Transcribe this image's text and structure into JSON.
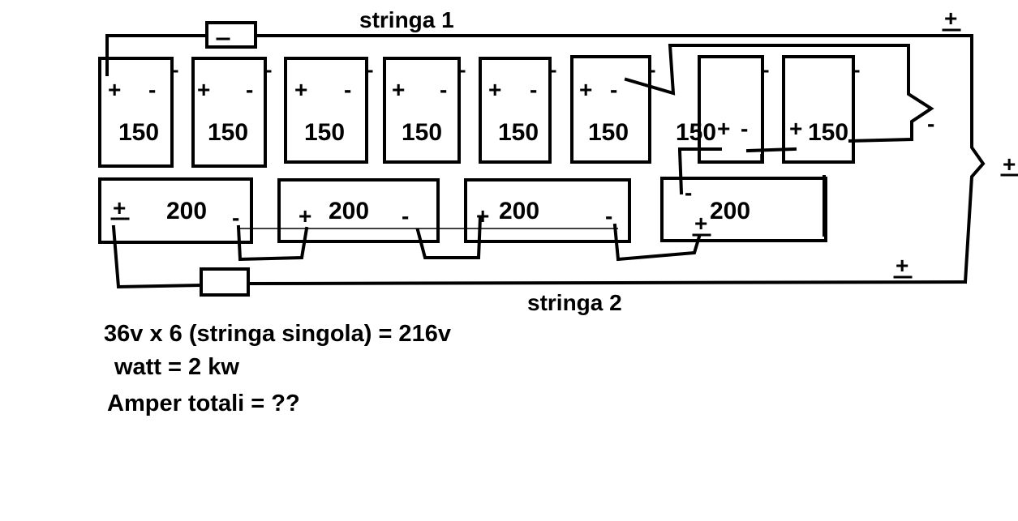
{
  "strings": {
    "string1_label": "stringa 1",
    "string2_label": "stringa 2"
  },
  "panels_row1": [
    {
      "value": "150",
      "plus": "+",
      "minus": "-"
    },
    {
      "value": "150",
      "plus": "+",
      "minus": "-"
    },
    {
      "value": "150",
      "plus": "+",
      "minus": "-"
    },
    {
      "value": "150",
      "plus": "+",
      "minus": "-"
    },
    {
      "value": "150",
      "plus": "+",
      "minus": "-"
    },
    {
      "value": "150",
      "plus": "+",
      "minus": "-"
    },
    {
      "value": "150",
      "plus": "+",
      "minus": "-"
    },
    {
      "value": "150",
      "plus": "+",
      "minus": ""
    }
  ],
  "panels_row2": [
    {
      "value": "200",
      "plus": "+",
      "minus": "-"
    },
    {
      "value": "200",
      "plus": "+",
      "minus": "-"
    },
    {
      "value": "200",
      "plus": "+",
      "minus": "-"
    },
    {
      "value": "200",
      "plus": "+",
      "minus": "-"
    }
  ],
  "terminals": {
    "top_right_plus": "+",
    "right_plus": "+",
    "bottom_right_plus": "+",
    "right_minus": "-"
  },
  "notes": {
    "line1": "36v x 6 (stringa singola) = 216v",
    "line2": "watt = 2 kw",
    "line3": "Amper totali = ??"
  }
}
